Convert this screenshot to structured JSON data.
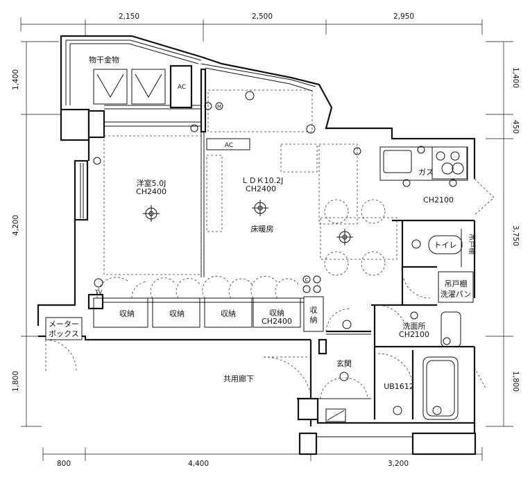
{
  "dimensions": {
    "top": [
      "2,150",
      "2,500",
      "2,950"
    ],
    "bottom": [
      "800",
      "4,400",
      "3,200"
    ],
    "left": [
      "1,400",
      "4,200",
      "1,800"
    ],
    "right": [
      "1,400",
      "450",
      "3,750",
      "1,800"
    ]
  },
  "rooms": {
    "balcony_hanger": "物干金物",
    "ac_top": "AC",
    "ac_mid": "AC",
    "bedroom_name": "洋室5.0J",
    "bedroom_ch": "CH2400",
    "ldk_name": "ＬＤＫ10.2J",
    "ldk_ch": "CH2400",
    "floor_heating": "床暖房",
    "gas": "ガス",
    "kitchen_ch": "CH2100",
    "toilet": "トイレ",
    "upper_cabinet_1": "吊戸棚",
    "upper_cabinet_2": "吊戸棚",
    "washer_pan": "洗濯パン",
    "washroom_name": "洗面所",
    "washroom_ch": "CH2100",
    "storage_1": "収納",
    "storage_2": "収納",
    "storage_3": "収納",
    "storage_4": "収納",
    "storage_4_ch": "CH2400",
    "storage_5a": "収",
    "storage_5b": "納",
    "meter_box_1": "メーター",
    "meter_box_2": "ボックス",
    "shared_corridor": "共用廊下",
    "entrance": "玄関",
    "unit_bath": "UB1612",
    "tv": "TV",
    "m_symbol": "M",
    "c_symbol": "C"
  }
}
